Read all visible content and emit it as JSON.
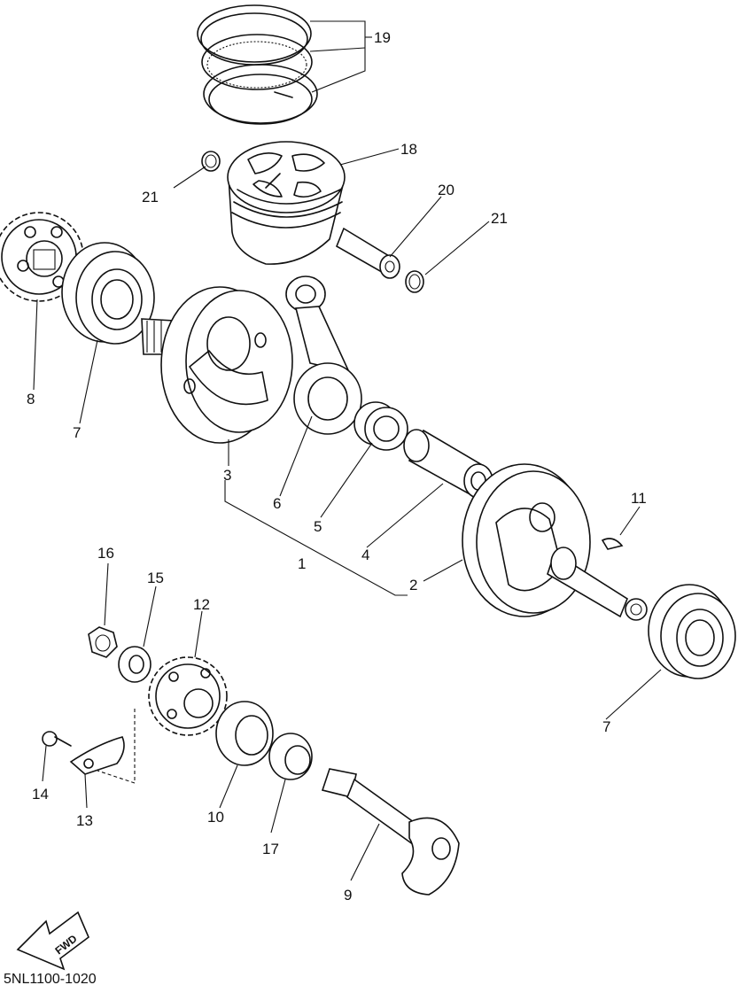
{
  "diagram": {
    "part_labels": [
      "1",
      "2",
      "3",
      "4",
      "5",
      "6",
      "7",
      "7",
      "8",
      "9",
      "10",
      "11",
      "12",
      "13",
      "14",
      "15",
      "16",
      "17",
      "18",
      "19",
      "20",
      "21",
      "21"
    ],
    "direction_arrow": "FWD",
    "diagram_code": "5NL1100-1020"
  },
  "colors": {
    "ink": "#111111",
    "paper": "#ffffff"
  }
}
